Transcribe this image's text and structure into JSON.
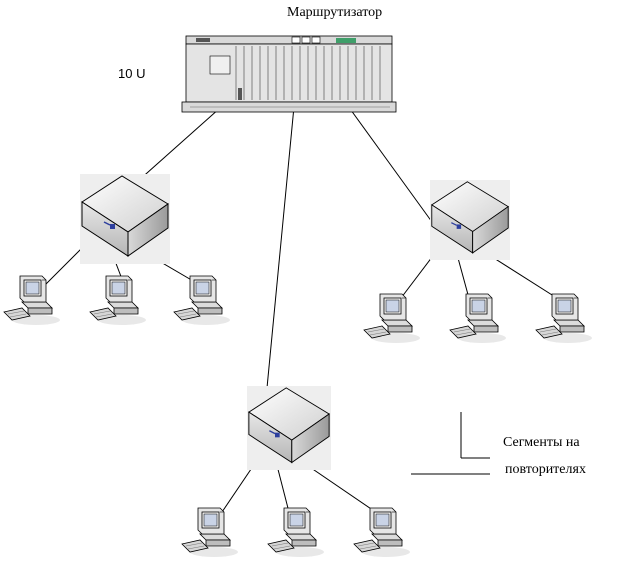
{
  "labels": {
    "router_title": "Маршрутизатор",
    "rack_units": "10 U",
    "legend_line1": "Сегменты на",
    "legend_line2": "повторителях"
  },
  "colors": {
    "line": "#000000",
    "device_light": "#e6e6e6",
    "device_mid": "#bfbfbf",
    "device_dark": "#8c8c8c",
    "led_blue": "#2d3f9e",
    "display_green": "#3f9f6a"
  },
  "icons": {
    "router": "router-chassis-icon",
    "repeater": "repeater-box-icon",
    "workstation": "workstation-computer-icon"
  }
}
